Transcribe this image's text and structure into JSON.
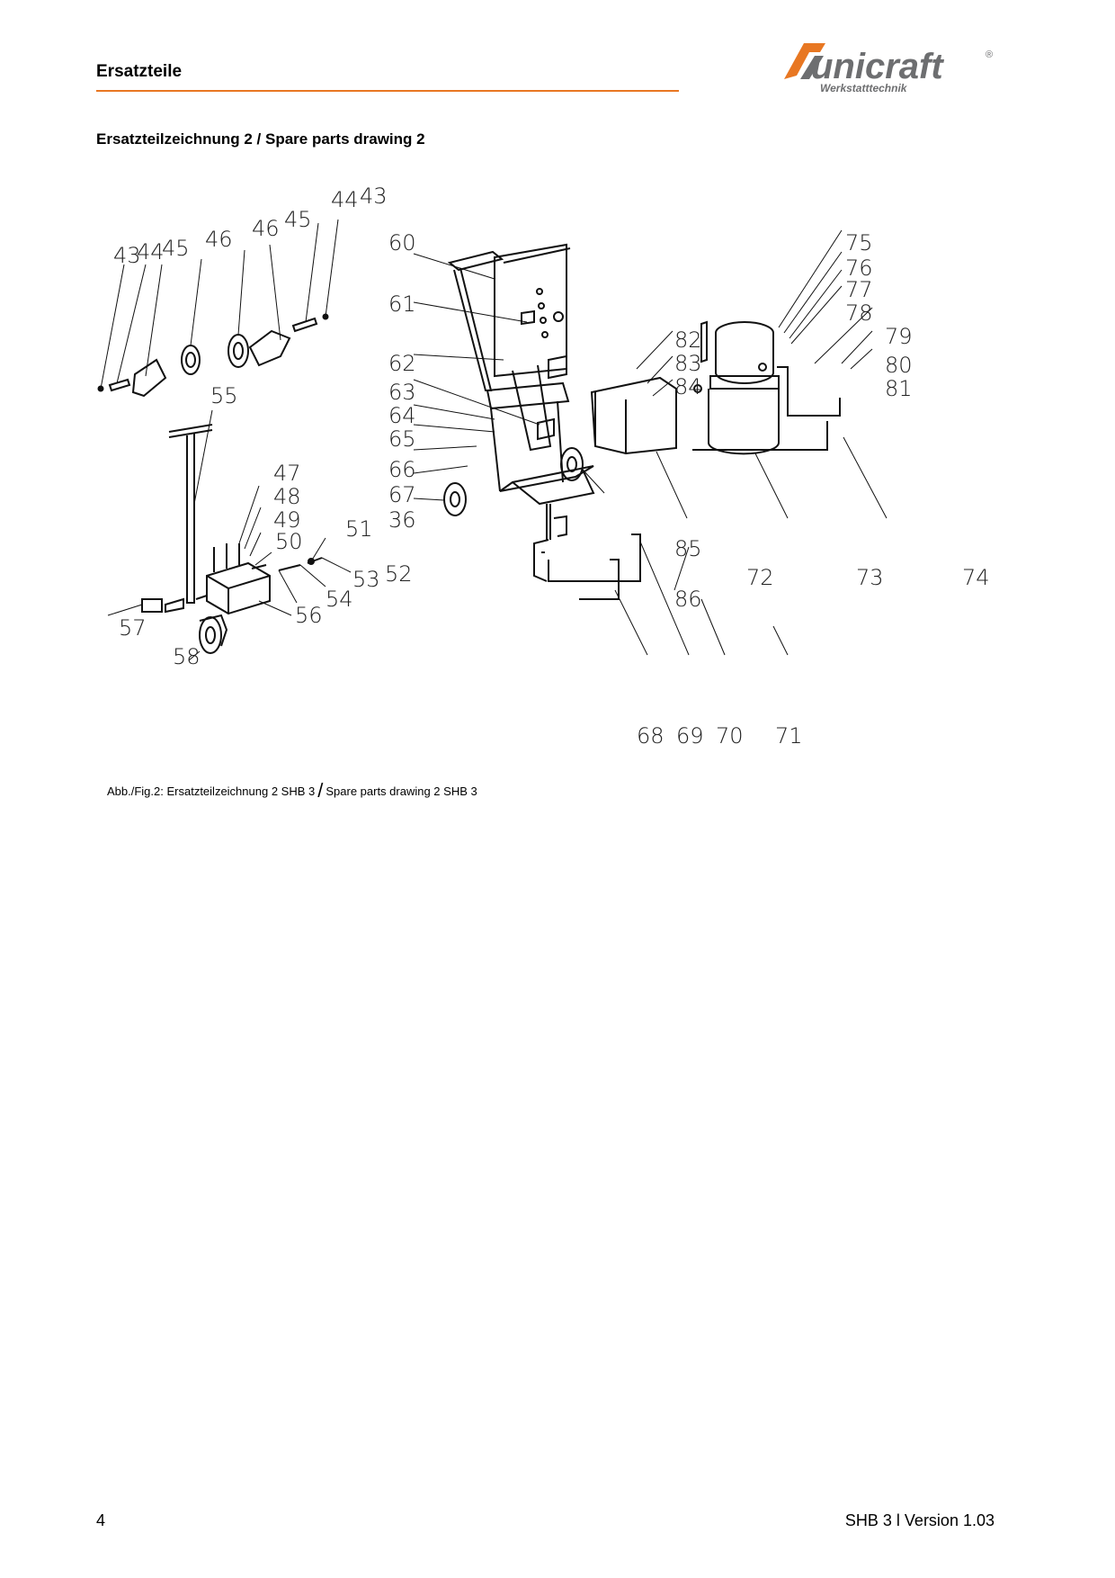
{
  "header": {
    "title": "Ersatzteile"
  },
  "logo": {
    "brand": "unicraft",
    "tagline": "Werkstatttechnik",
    "registered": "®",
    "accent_color": "#e87722",
    "text_color": "#6d6e70"
  },
  "section": {
    "title": "Ersatzteilzeichnung 2 / Spare parts drawing 2"
  },
  "drawing": {
    "labels": [
      "43",
      "44",
      "45",
      "46",
      "46",
      "45",
      "44",
      "43",
      "55",
      "47",
      "48",
      "49",
      "50",
      "51",
      "52",
      "53",
      "54",
      "56",
      "57",
      "58",
      "60",
      "61",
      "62",
      "63",
      "64",
      "65",
      "66",
      "67",
      "36",
      "82",
      "83",
      "84",
      "85",
      "72",
      "73",
      "74",
      "75",
      "76",
      "77",
      "78",
      "79",
      "80",
      "81",
      "86",
      "68",
      "69",
      "70",
      "71"
    ]
  },
  "caption": {
    "left": "Abb./Fig.2: Ersatzteilzeichnung 2 SHB 3",
    "slash": "/",
    "right": "Spare parts drawing 2 SHB 3"
  },
  "footer": {
    "page": "4",
    "version": "SHB 3 l Version 1.03"
  }
}
